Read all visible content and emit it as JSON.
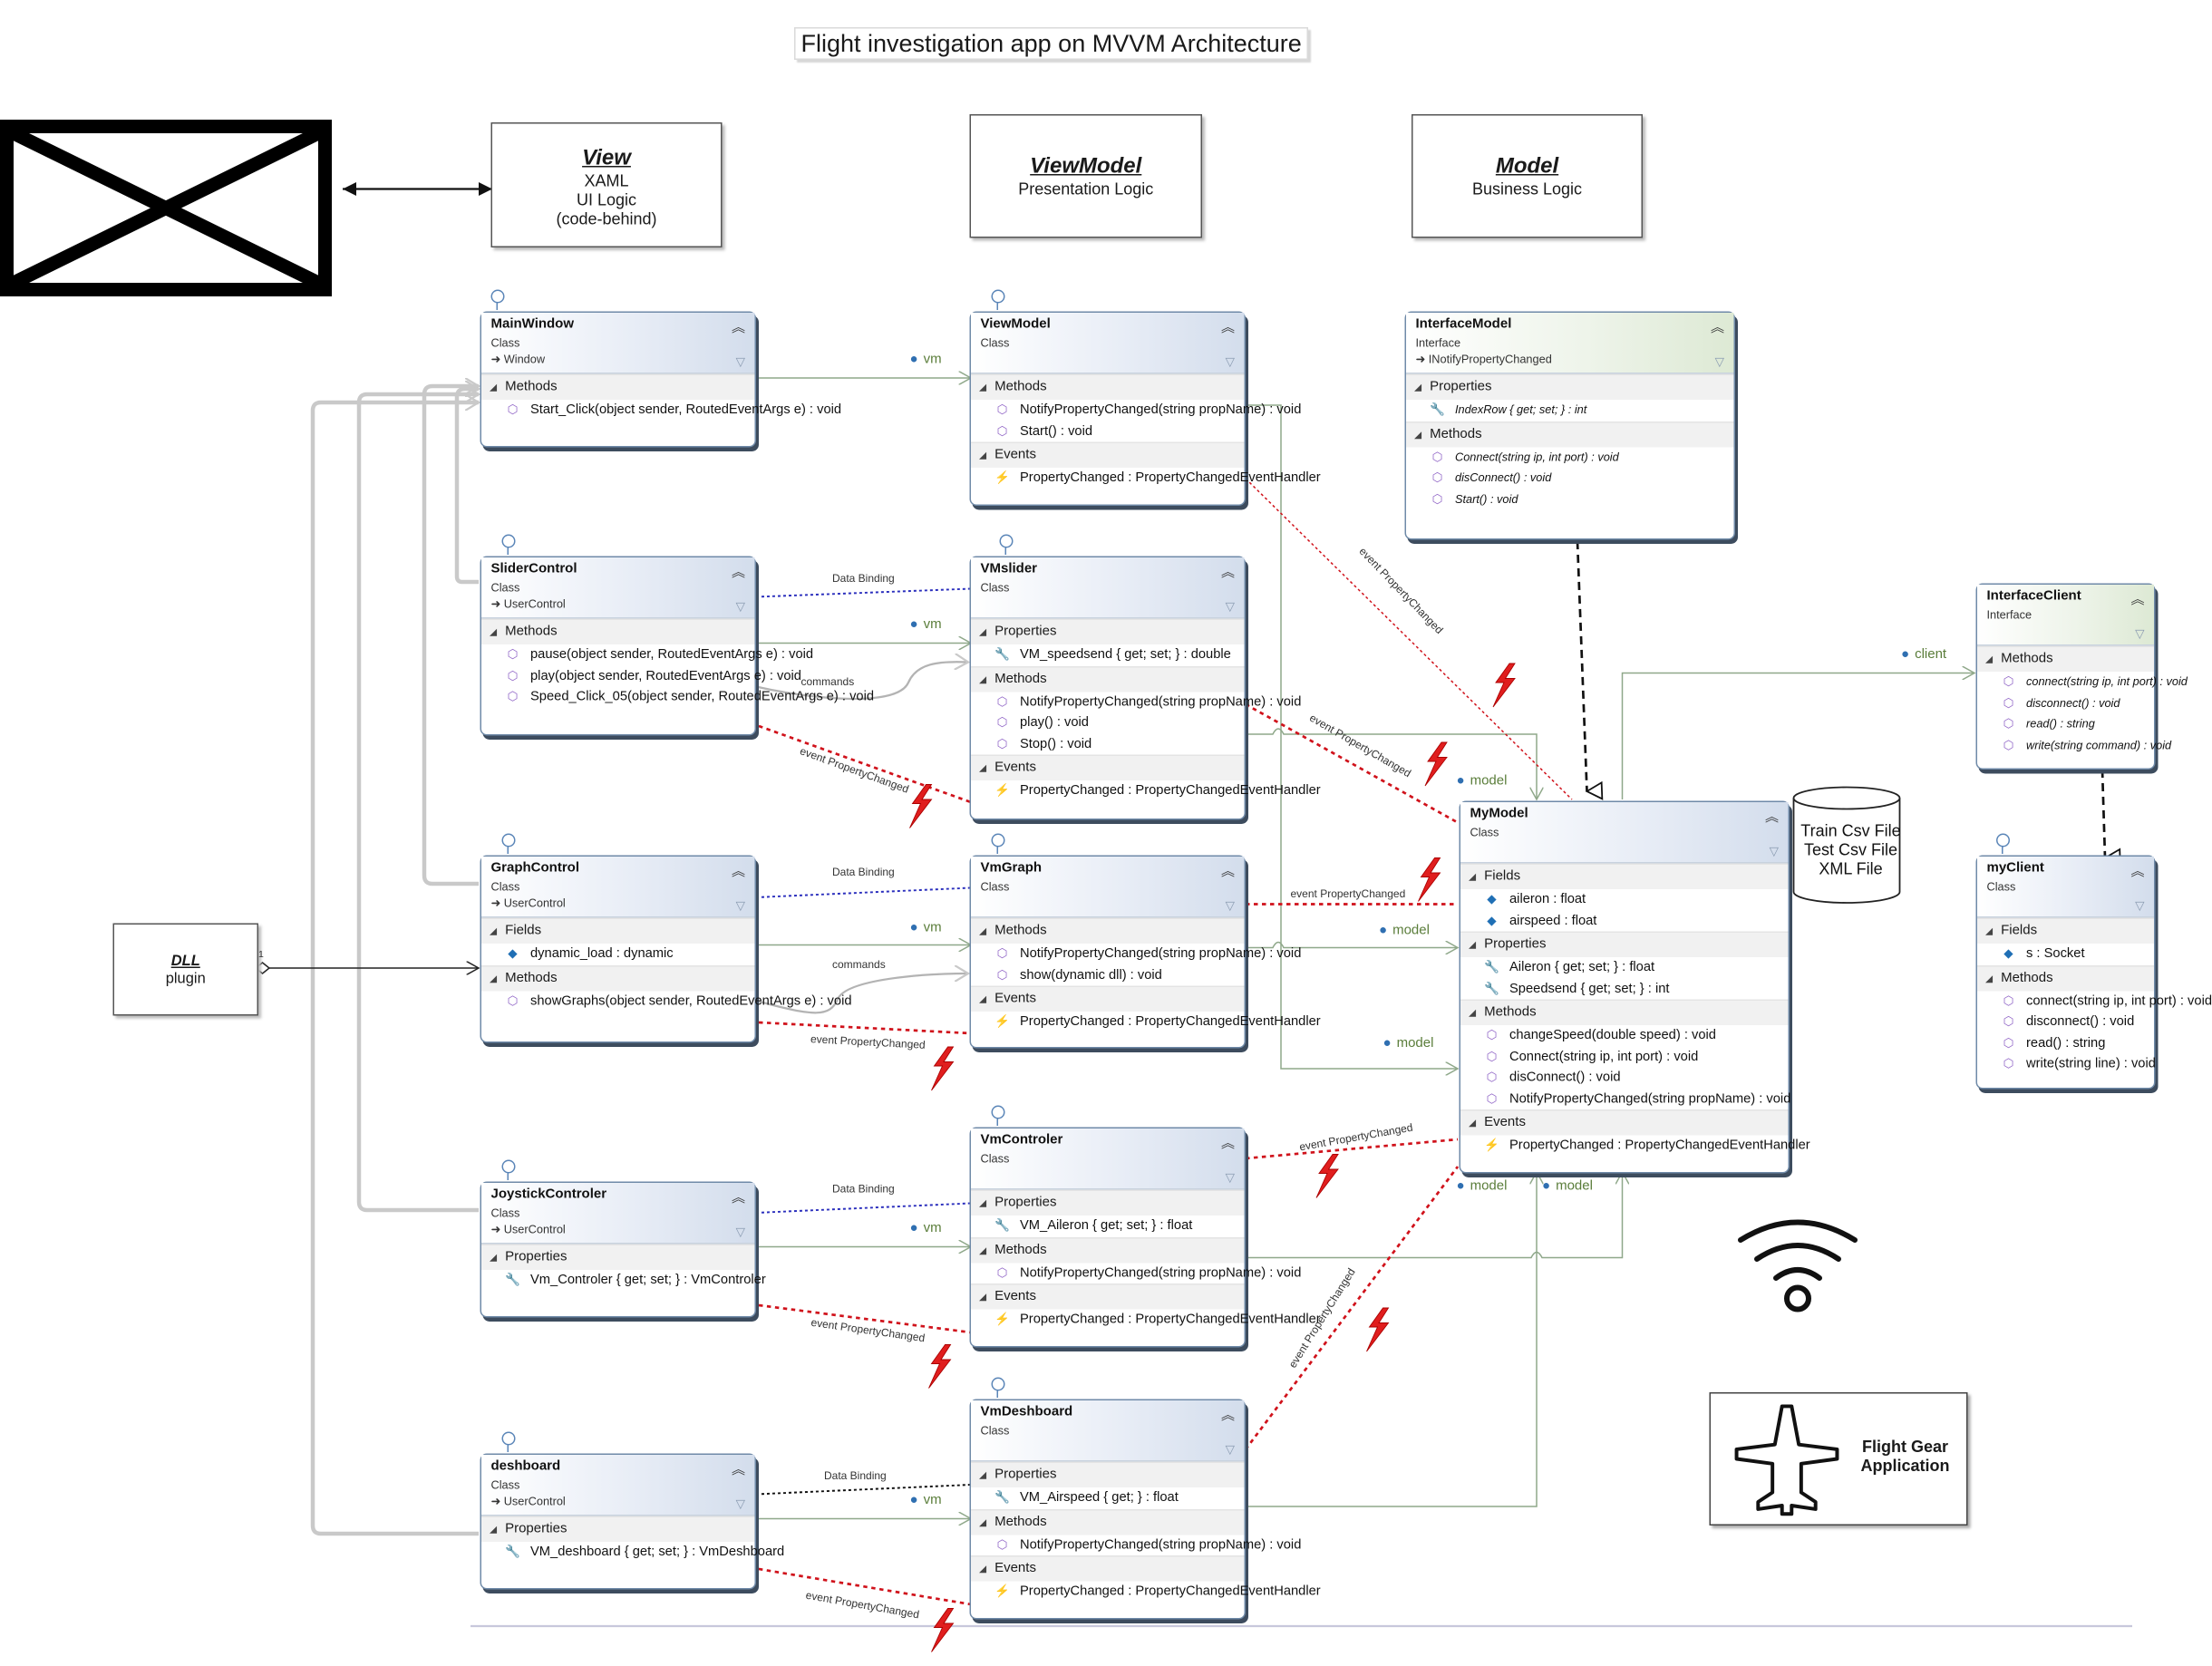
{
  "title": "Flight investigation app on MVVM Architecture",
  "layers": {
    "view": {
      "name": "View",
      "lines": [
        "XAML",
        "UI Logic",
        "(code-behind)"
      ]
    },
    "viewmodel": {
      "name": "ViewModel",
      "lines": [
        "Presentation Logic"
      ]
    },
    "model": {
      "name": "Model",
      "lines": [
        "Business Logic"
      ]
    }
  },
  "classes": {
    "mainwindow": {
      "name": "MainWindow",
      "stereotype": "Class",
      "base": "Window",
      "sections": [
        {
          "title": "Methods",
          "members": [
            {
              "icon": "method",
              "text": "Start_Click(object sender, RoutedEventArgs e) : void"
            }
          ]
        }
      ]
    },
    "viewmodel": {
      "name": "ViewModel",
      "stereotype": "Class",
      "sections": [
        {
          "title": "Methods",
          "members": [
            {
              "icon": "method",
              "text": "NotifyPropertyChanged(string  propName) : void"
            },
            {
              "icon": "method",
              "text": "Start() : void"
            }
          ]
        },
        {
          "title": "Events",
          "members": [
            {
              "icon": "event",
              "text": "PropertyChanged  : PropertyChangedEventHandler"
            }
          ]
        }
      ]
    },
    "interfacemodel": {
      "name": "InterfaceModel",
      "stereotype": "Interface",
      "base": "INotifyPropertyChanged",
      "sections": [
        {
          "title": "Properties",
          "members": [
            {
              "icon": "property",
              "text": "IndexRow { get; set; } : int"
            }
          ]
        },
        {
          "title": "Methods",
          "members": [
            {
              "icon": "method",
              "text": "Connect(string ip, int port) : void"
            },
            {
              "icon": "method",
              "text": "disConnect() : void"
            },
            {
              "icon": "method",
              "text": "Start() : void"
            }
          ]
        }
      ]
    },
    "slidercontrol": {
      "name": "SliderControl",
      "stereotype": "Class",
      "base": "UserControl",
      "sections": [
        {
          "title": "Methods",
          "members": [
            {
              "icon": "method",
              "text": "pause(object sender, RoutedEventArgs e) : void"
            },
            {
              "icon": "method",
              "text": "play(object sender, RoutedEventArgs e) : void"
            },
            {
              "icon": "method",
              "text": "Speed_Click_05(object sender, RoutedEventArgs e) : void"
            }
          ]
        }
      ]
    },
    "vmslider": {
      "name": "VMslider",
      "stereotype": "Class",
      "sections": [
        {
          "title": "Properties",
          "members": [
            {
              "icon": "property",
              "text": "VM_speedsend { get; set; } : double"
            }
          ]
        },
        {
          "title": "Methods",
          "members": [
            {
              "icon": "method",
              "text": "NotifyPropertyChanged(string  propName) : void"
            },
            {
              "icon": "method",
              "text": "play() : void"
            },
            {
              "icon": "method",
              "text": "Stop() : void"
            }
          ]
        },
        {
          "title": "Events",
          "members": [
            {
              "icon": "event",
              "text": "PropertyChanged  : PropertyChangedEventHandler"
            }
          ]
        }
      ]
    },
    "interfaceclient": {
      "name": "InterfaceClient",
      "stereotype": "Interface",
      "sections": [
        {
          "title": "Methods",
          "members": [
            {
              "icon": "method",
              "text": "connect(string ip, int port) : void"
            },
            {
              "icon": "method",
              "text": "disconnect() : void"
            },
            {
              "icon": "method",
              "text": "read() : string"
            },
            {
              "icon": "method",
              "text": "write(string command) : void"
            }
          ]
        }
      ]
    },
    "graphcontrol": {
      "name": "GraphControl",
      "stereotype": "Class",
      "base": "UserControl",
      "sections": [
        {
          "title": "Fields",
          "members": [
            {
              "icon": "field",
              "text": "dynamic_load : dynamic"
            }
          ]
        },
        {
          "title": "Methods",
          "members": [
            {
              "icon": "method",
              "text": "showGraphs(object sender, RoutedEventArgs e) : void"
            }
          ]
        }
      ]
    },
    "vmgraph": {
      "name": "VmGraph",
      "stereotype": "Class",
      "sections": [
        {
          "title": "Methods",
          "members": [
            {
              "icon": "method",
              "text": "NotifyPropertyChanged(string  propName) : void"
            },
            {
              "icon": "method",
              "text": "show(dynamic dll) : void"
            }
          ]
        },
        {
          "title": "Events",
          "members": [
            {
              "icon": "event",
              "text": "PropertyChanged  : PropertyChangedEventHandler"
            }
          ]
        }
      ]
    },
    "mymodel": {
      "name": "MyModel",
      "stereotype": "Class",
      "sections": [
        {
          "title": "Fields",
          "members": [
            {
              "icon": "field",
              "text": "aileron : float"
            },
            {
              "icon": "field",
              "text": "airspeed : float"
            }
          ]
        },
        {
          "title": "Properties",
          "members": [
            {
              "icon": "property",
              "text": "Aileron { get; set; } : float"
            },
            {
              "icon": "property",
              "text": "Speedsend { get; set; } : int"
            }
          ]
        },
        {
          "title": "Methods",
          "members": [
            {
              "icon": "method",
              "text": "changeSpeed(double speed) : void"
            },
            {
              "icon": "method",
              "text": "Connect(string ip, int port) : void"
            },
            {
              "icon": "method",
              "text": "disConnect() : void"
            },
            {
              "icon": "method",
              "text": "NotifyPropertyChanged(string  propName) : void"
            }
          ]
        },
        {
          "title": "Events",
          "members": [
            {
              "icon": "event",
              "text": "PropertyChanged  : PropertyChangedEventHandler"
            }
          ]
        }
      ]
    },
    "myclient": {
      "name": "myClient",
      "stereotype": "Class",
      "sections": [
        {
          "title": "Fields",
          "members": [
            {
              "icon": "field",
              "text": "s : Socket"
            }
          ]
        },
        {
          "title": "Methods",
          "members": [
            {
              "icon": "method",
              "text": "connect(string ip, int port) : void"
            },
            {
              "icon": "method",
              "text": "disconnect() : void"
            },
            {
              "icon": "method",
              "text": "read() : string"
            },
            {
              "icon": "method",
              "text": "write(string line) : void"
            }
          ]
        }
      ]
    },
    "joystickcontroler": {
      "name": "JoystickControler",
      "stereotype": "Class",
      "base": "UserControl",
      "sections": [
        {
          "title": "Properties",
          "members": [
            {
              "icon": "property",
              "text": "Vm_Controler { get; set; } : VmControler"
            }
          ]
        }
      ]
    },
    "vmcontroler": {
      "name": "VmControler",
      "stereotype": "Class",
      "sections": [
        {
          "title": "Properties",
          "members": [
            {
              "icon": "property",
              "text": "VM_Aileron { get; set; } : float"
            }
          ]
        },
        {
          "title": "Methods",
          "members": [
            {
              "icon": "method",
              "text": "NotifyPropertyChanged(string  propName) : void"
            }
          ]
        },
        {
          "title": "Events",
          "members": [
            {
              "icon": "event",
              "text": "PropertyChanged  : PropertyChangedEventHandler"
            }
          ]
        }
      ]
    },
    "deshboard": {
      "name": "deshboard",
      "stereotype": "Class",
      "base": "UserControl",
      "sections": [
        {
          "title": "Properties",
          "members": [
            {
              "icon": "property",
              "text": "VM_deshboard { get; set; } : VmDeshboard"
            }
          ]
        }
      ]
    },
    "vmdeshboard": {
      "name": "VmDeshboard",
      "stereotype": "Class",
      "sections": [
        {
          "title": "Properties",
          "members": [
            {
              "icon": "property",
              "text": "VM_Airspeed { get; } : float"
            }
          ]
        },
        {
          "title": "Methods",
          "members": [
            {
              "icon": "method",
              "text": "NotifyPropertyChanged(string  propName) : void"
            }
          ]
        },
        {
          "title": "Events",
          "members": [
            {
              "icon": "event",
              "text": "PropertyChanged  : PropertyChangedEventHandler"
            }
          ]
        }
      ]
    }
  },
  "dll": {
    "name": "DLL",
    "sub": "plugin",
    "multiplicity": "1"
  },
  "datastore": {
    "lines": [
      "Train Csv File",
      "Test Csv File",
      "XML File"
    ]
  },
  "flightgear": {
    "label_line1": "Flight Gear",
    "label_line2": "Application"
  },
  "edge_labels": {
    "data_binding": "Data Binding",
    "commands": "commands",
    "event_property_changed": "event PropertyChanged",
    "vm": "vm",
    "model": "model",
    "client": "client"
  },
  "colors": {
    "accent_blue": "#2b2fbd",
    "event_red": "#d0121b",
    "assoc_green": "#8fa88a",
    "class_border": "#6f8aa8",
    "wire_gray": "#c9c9c9"
  }
}
